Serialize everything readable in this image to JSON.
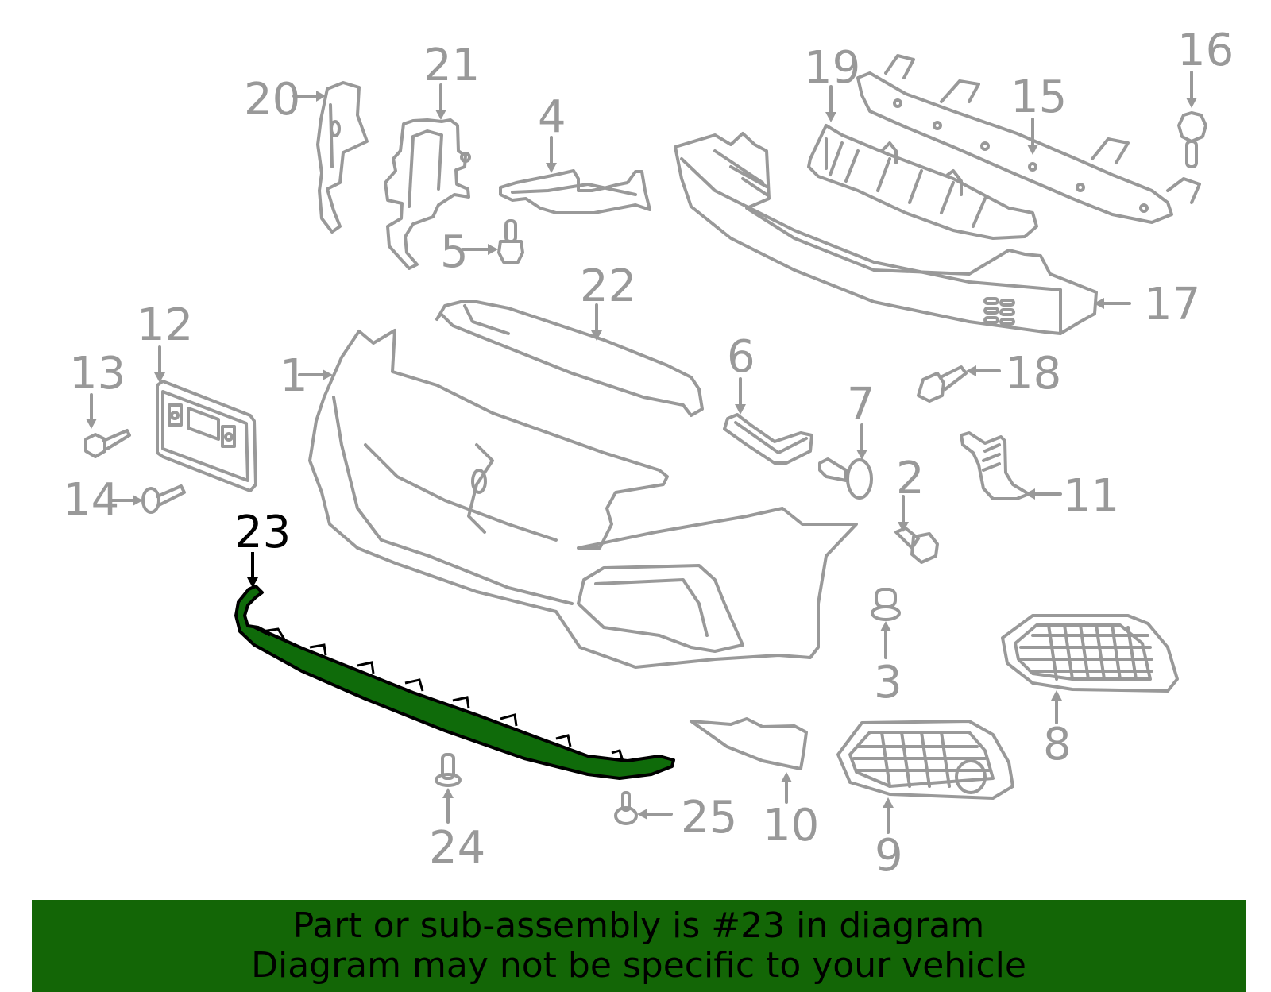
{
  "diagram": {
    "title": "Front bumper assembly exploded parts diagram",
    "highlighted_part": "23",
    "colors": {
      "line": "#999999",
      "highlight_fill": "#0f6b0a",
      "highlight_stroke": "#000000",
      "banner_bg": "#136606",
      "banner_text": "#000000"
    },
    "callouts": [
      {
        "id": "1",
        "label": "1"
      },
      {
        "id": "2",
        "label": "2"
      },
      {
        "id": "3",
        "label": "3"
      },
      {
        "id": "4",
        "label": "4"
      },
      {
        "id": "5",
        "label": "5"
      },
      {
        "id": "6",
        "label": "6"
      },
      {
        "id": "7",
        "label": "7"
      },
      {
        "id": "8",
        "label": "8"
      },
      {
        "id": "9",
        "label": "9"
      },
      {
        "id": "10",
        "label": "10"
      },
      {
        "id": "11",
        "label": "11"
      },
      {
        "id": "12",
        "label": "12"
      },
      {
        "id": "13",
        "label": "13"
      },
      {
        "id": "14",
        "label": "14"
      },
      {
        "id": "15",
        "label": "15"
      },
      {
        "id": "16",
        "label": "16"
      },
      {
        "id": "17",
        "label": "17"
      },
      {
        "id": "18",
        "label": "18"
      },
      {
        "id": "19",
        "label": "19"
      },
      {
        "id": "20",
        "label": "20"
      },
      {
        "id": "21",
        "label": "21"
      },
      {
        "id": "22",
        "label": "22"
      },
      {
        "id": "23",
        "label": "23"
      },
      {
        "id": "24",
        "label": "24"
      },
      {
        "id": "25",
        "label": "25"
      }
    ]
  },
  "banner": {
    "line1": "Part or sub-assembly is #23 in diagram",
    "line2": "Diagram may not be specific to your vehicle"
  }
}
